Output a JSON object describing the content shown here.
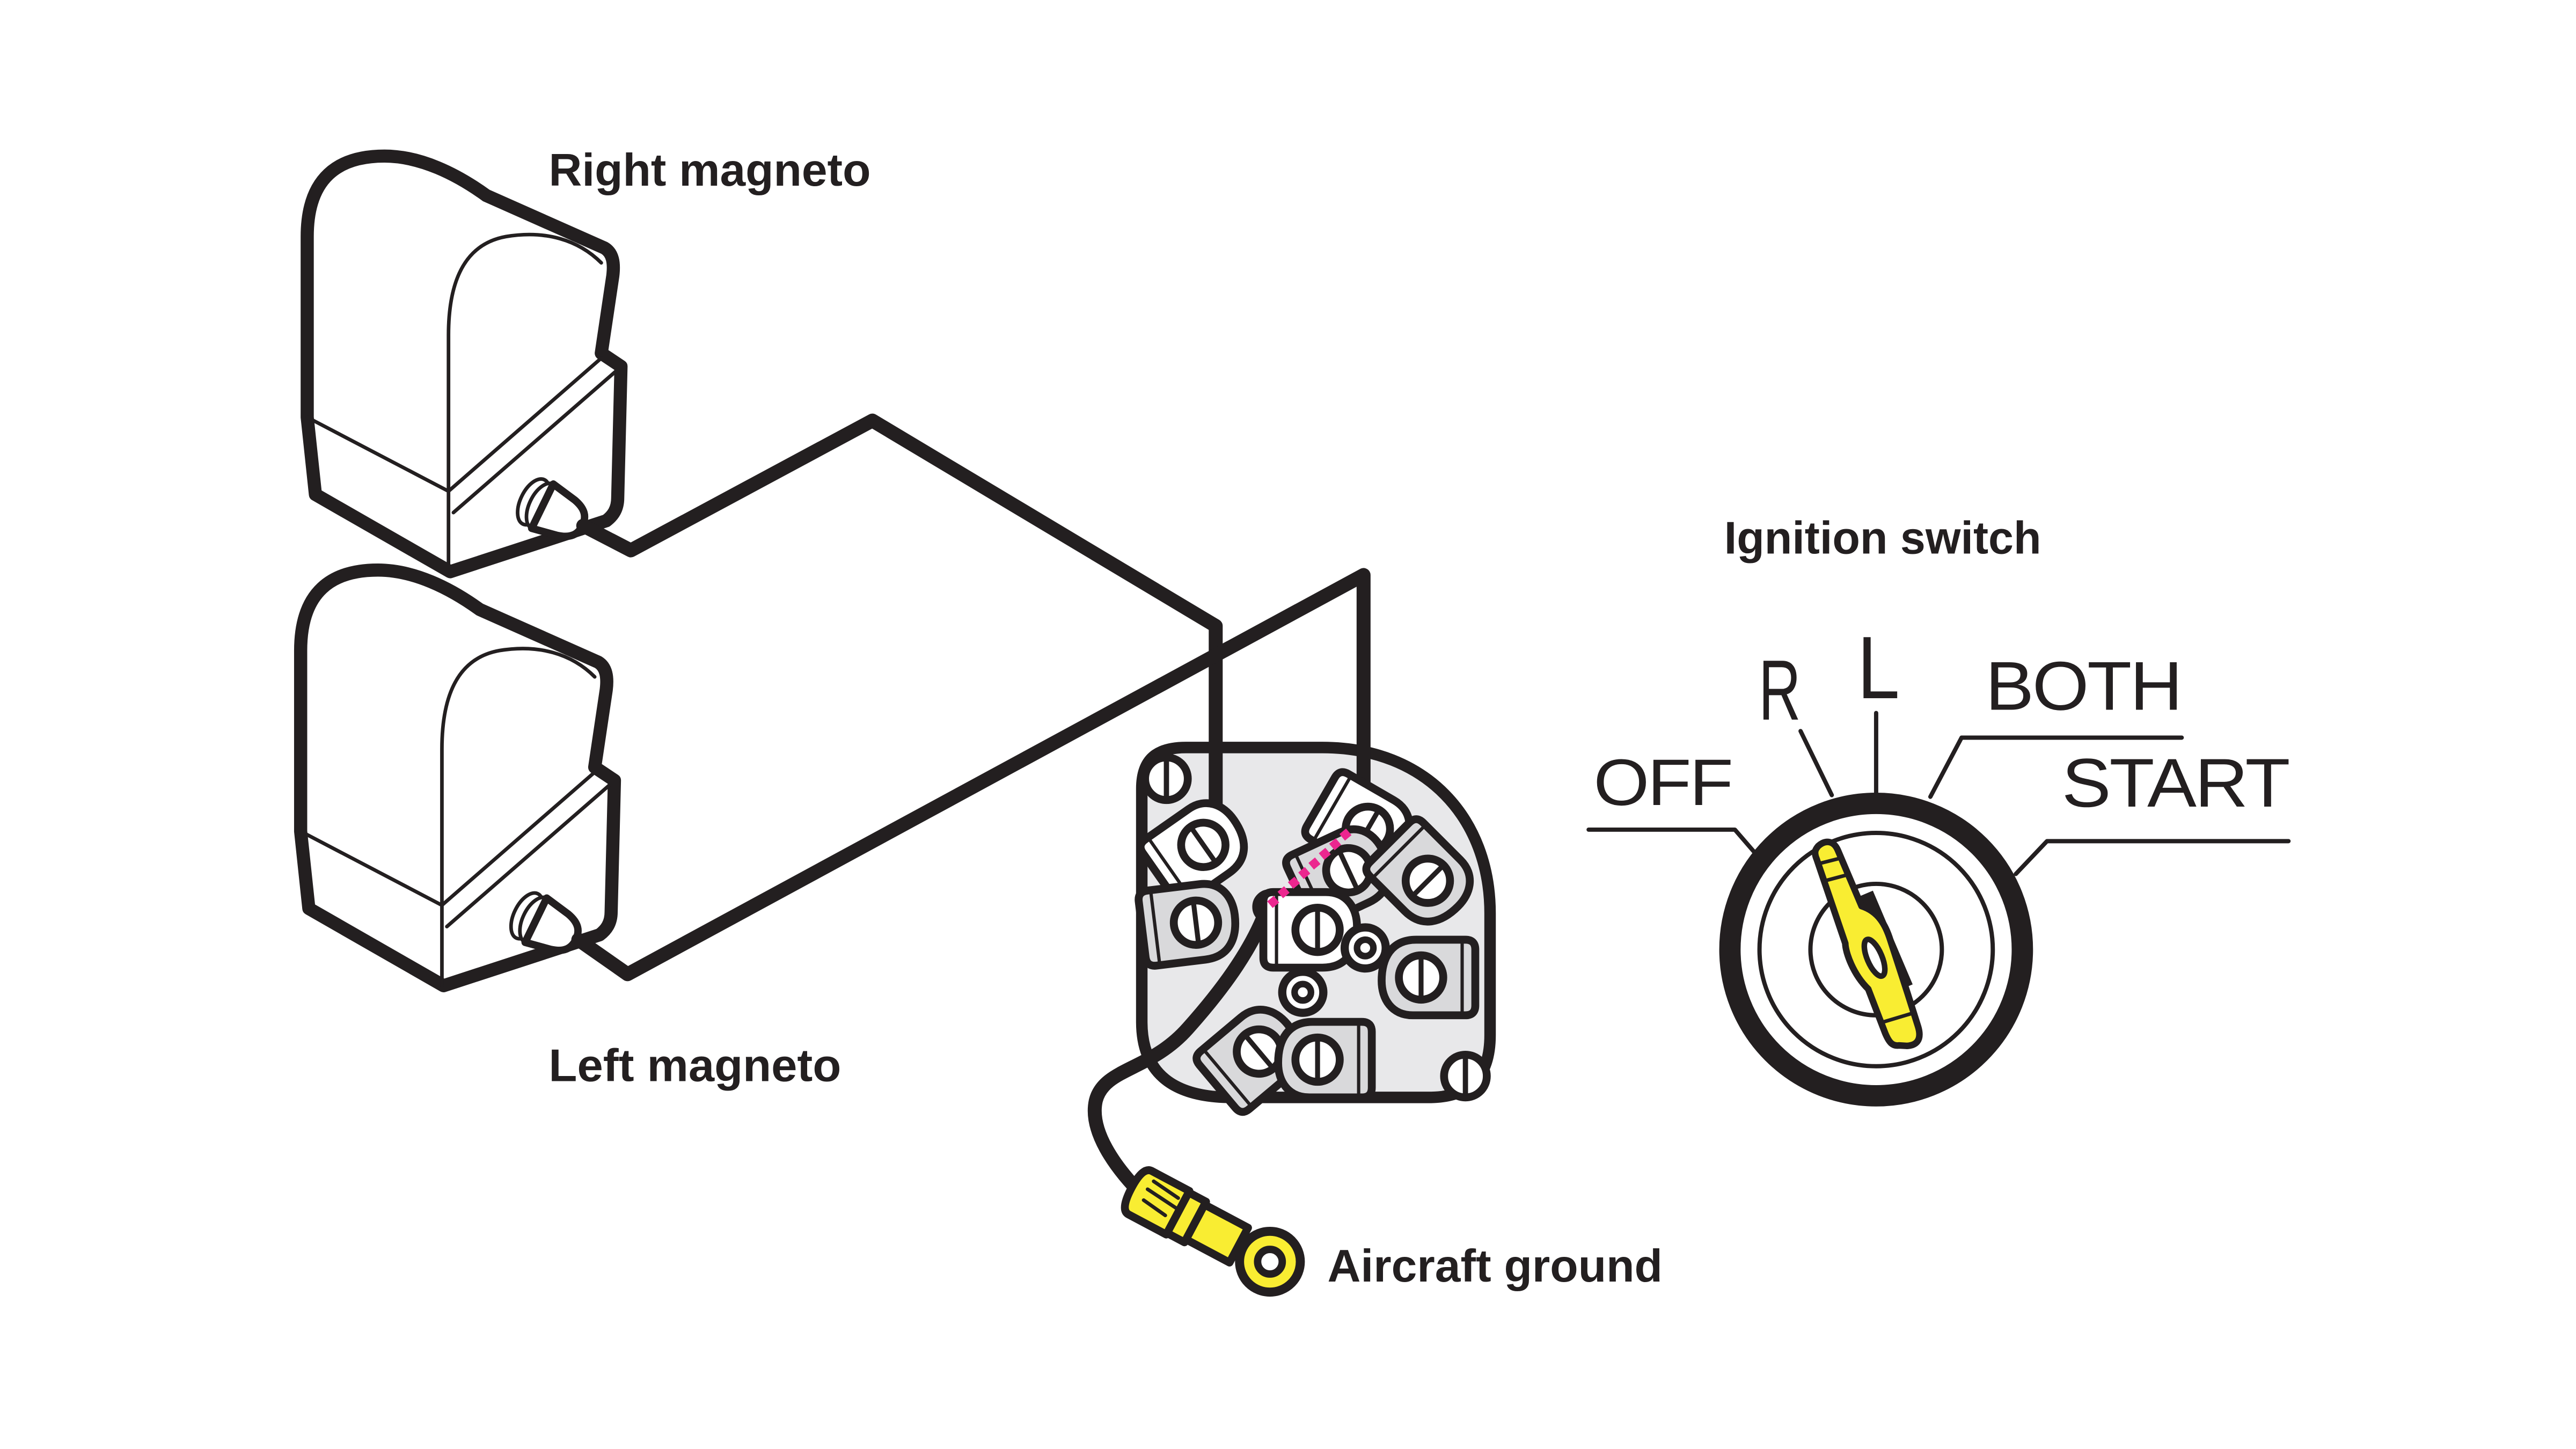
{
  "labels": {
    "right_magneto": "Right magneto",
    "left_magneto": "Left magneto",
    "aircraft_ground": "Aircraft ground"
  },
  "switch": {
    "label": "Ignition switch",
    "positions": [
      "OFF",
      "R",
      "L",
      "BOTH",
      "START"
    ],
    "key_angle_deg": -23
  },
  "connector": {
    "terminal_count": 9,
    "grommet_count": 2,
    "corner_screw_count": 2
  },
  "colors": {
    "outline": "#231f20",
    "connector_block_fill": "#e8e8ea",
    "terminal_lug_gray": "#d9d9db",
    "highlight_yellow": "#f9ed32",
    "dotted_link_pink": "#ec268f",
    "background": "#ffffff"
  }
}
